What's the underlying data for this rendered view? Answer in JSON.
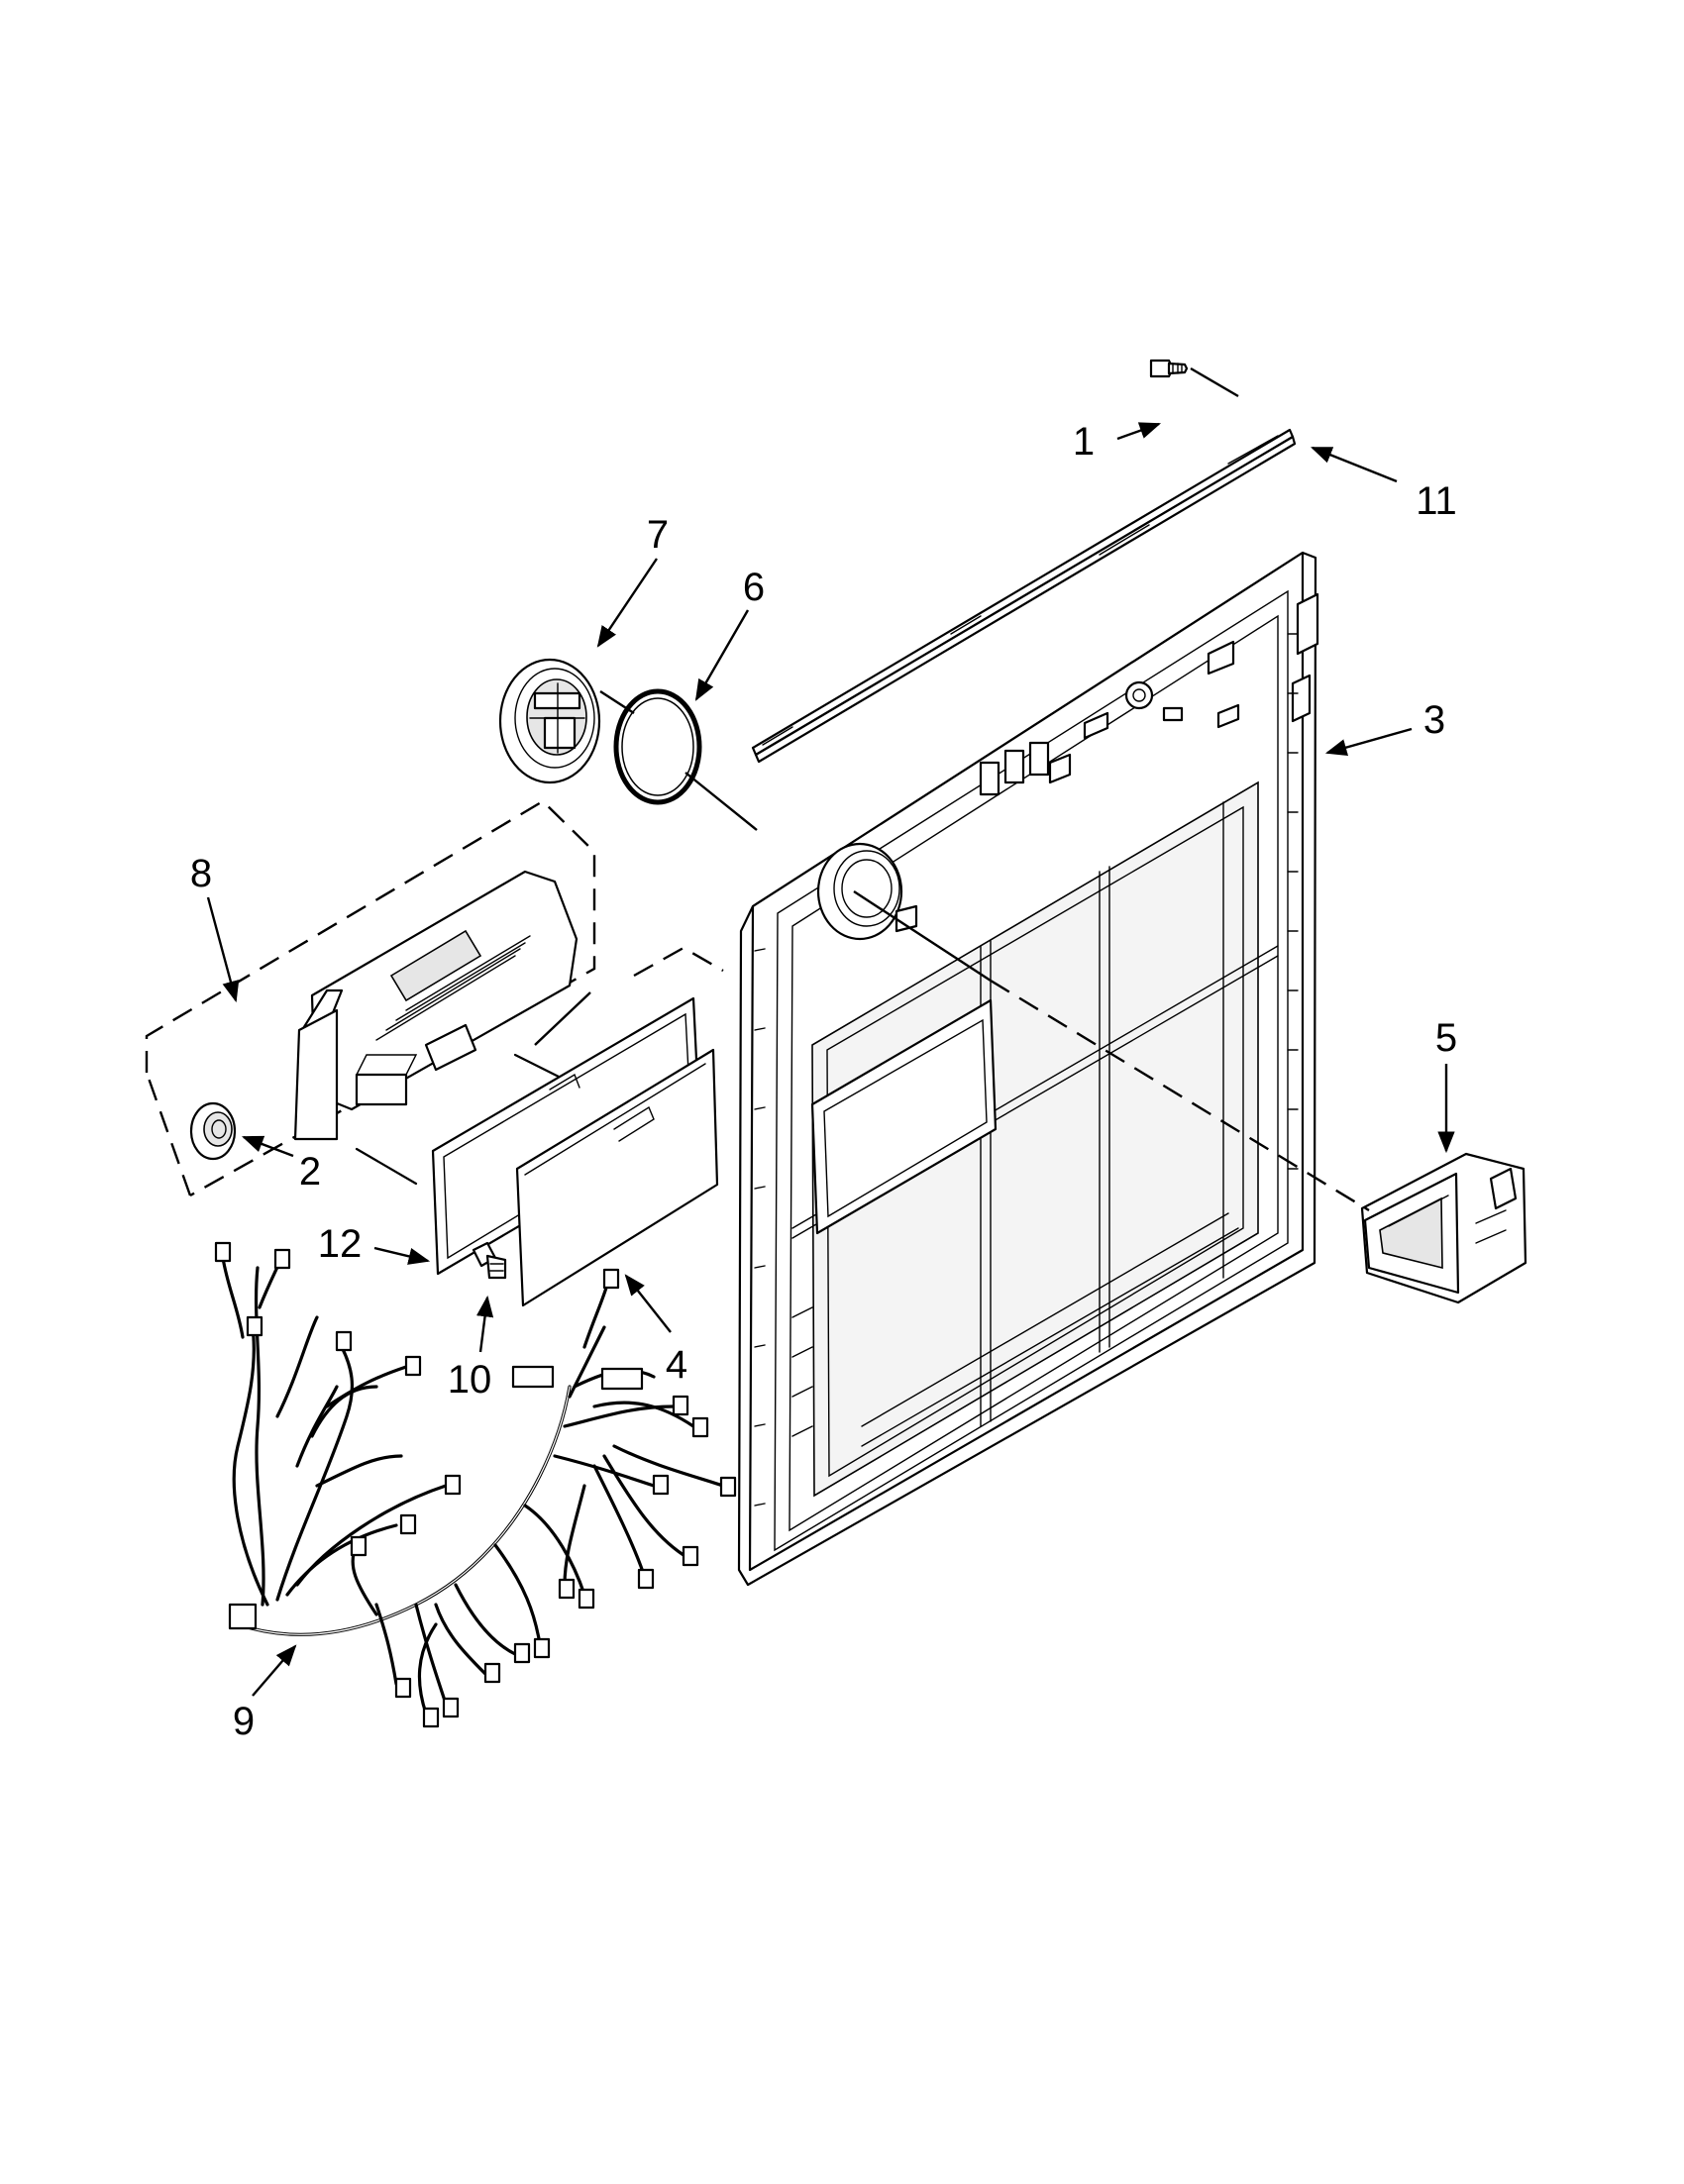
{
  "callouts": [
    {
      "id": "1",
      "text": "1"
    },
    {
      "id": "2",
      "text": "2"
    },
    {
      "id": "3",
      "text": "3"
    },
    {
      "id": "4",
      "text": "4"
    },
    {
      "id": "5",
      "text": "5"
    },
    {
      "id": "6",
      "text": "6"
    },
    {
      "id": "7",
      "text": "7"
    },
    {
      "id": "8",
      "text": "8"
    },
    {
      "id": "9",
      "text": "9"
    },
    {
      "id": "10",
      "text": "10"
    },
    {
      "id": "11",
      "text": "11"
    },
    {
      "id": "12",
      "text": "12"
    }
  ],
  "colors": {
    "line": "#000000",
    "background": "#ffffff",
    "shade": "#e6e6e6"
  }
}
